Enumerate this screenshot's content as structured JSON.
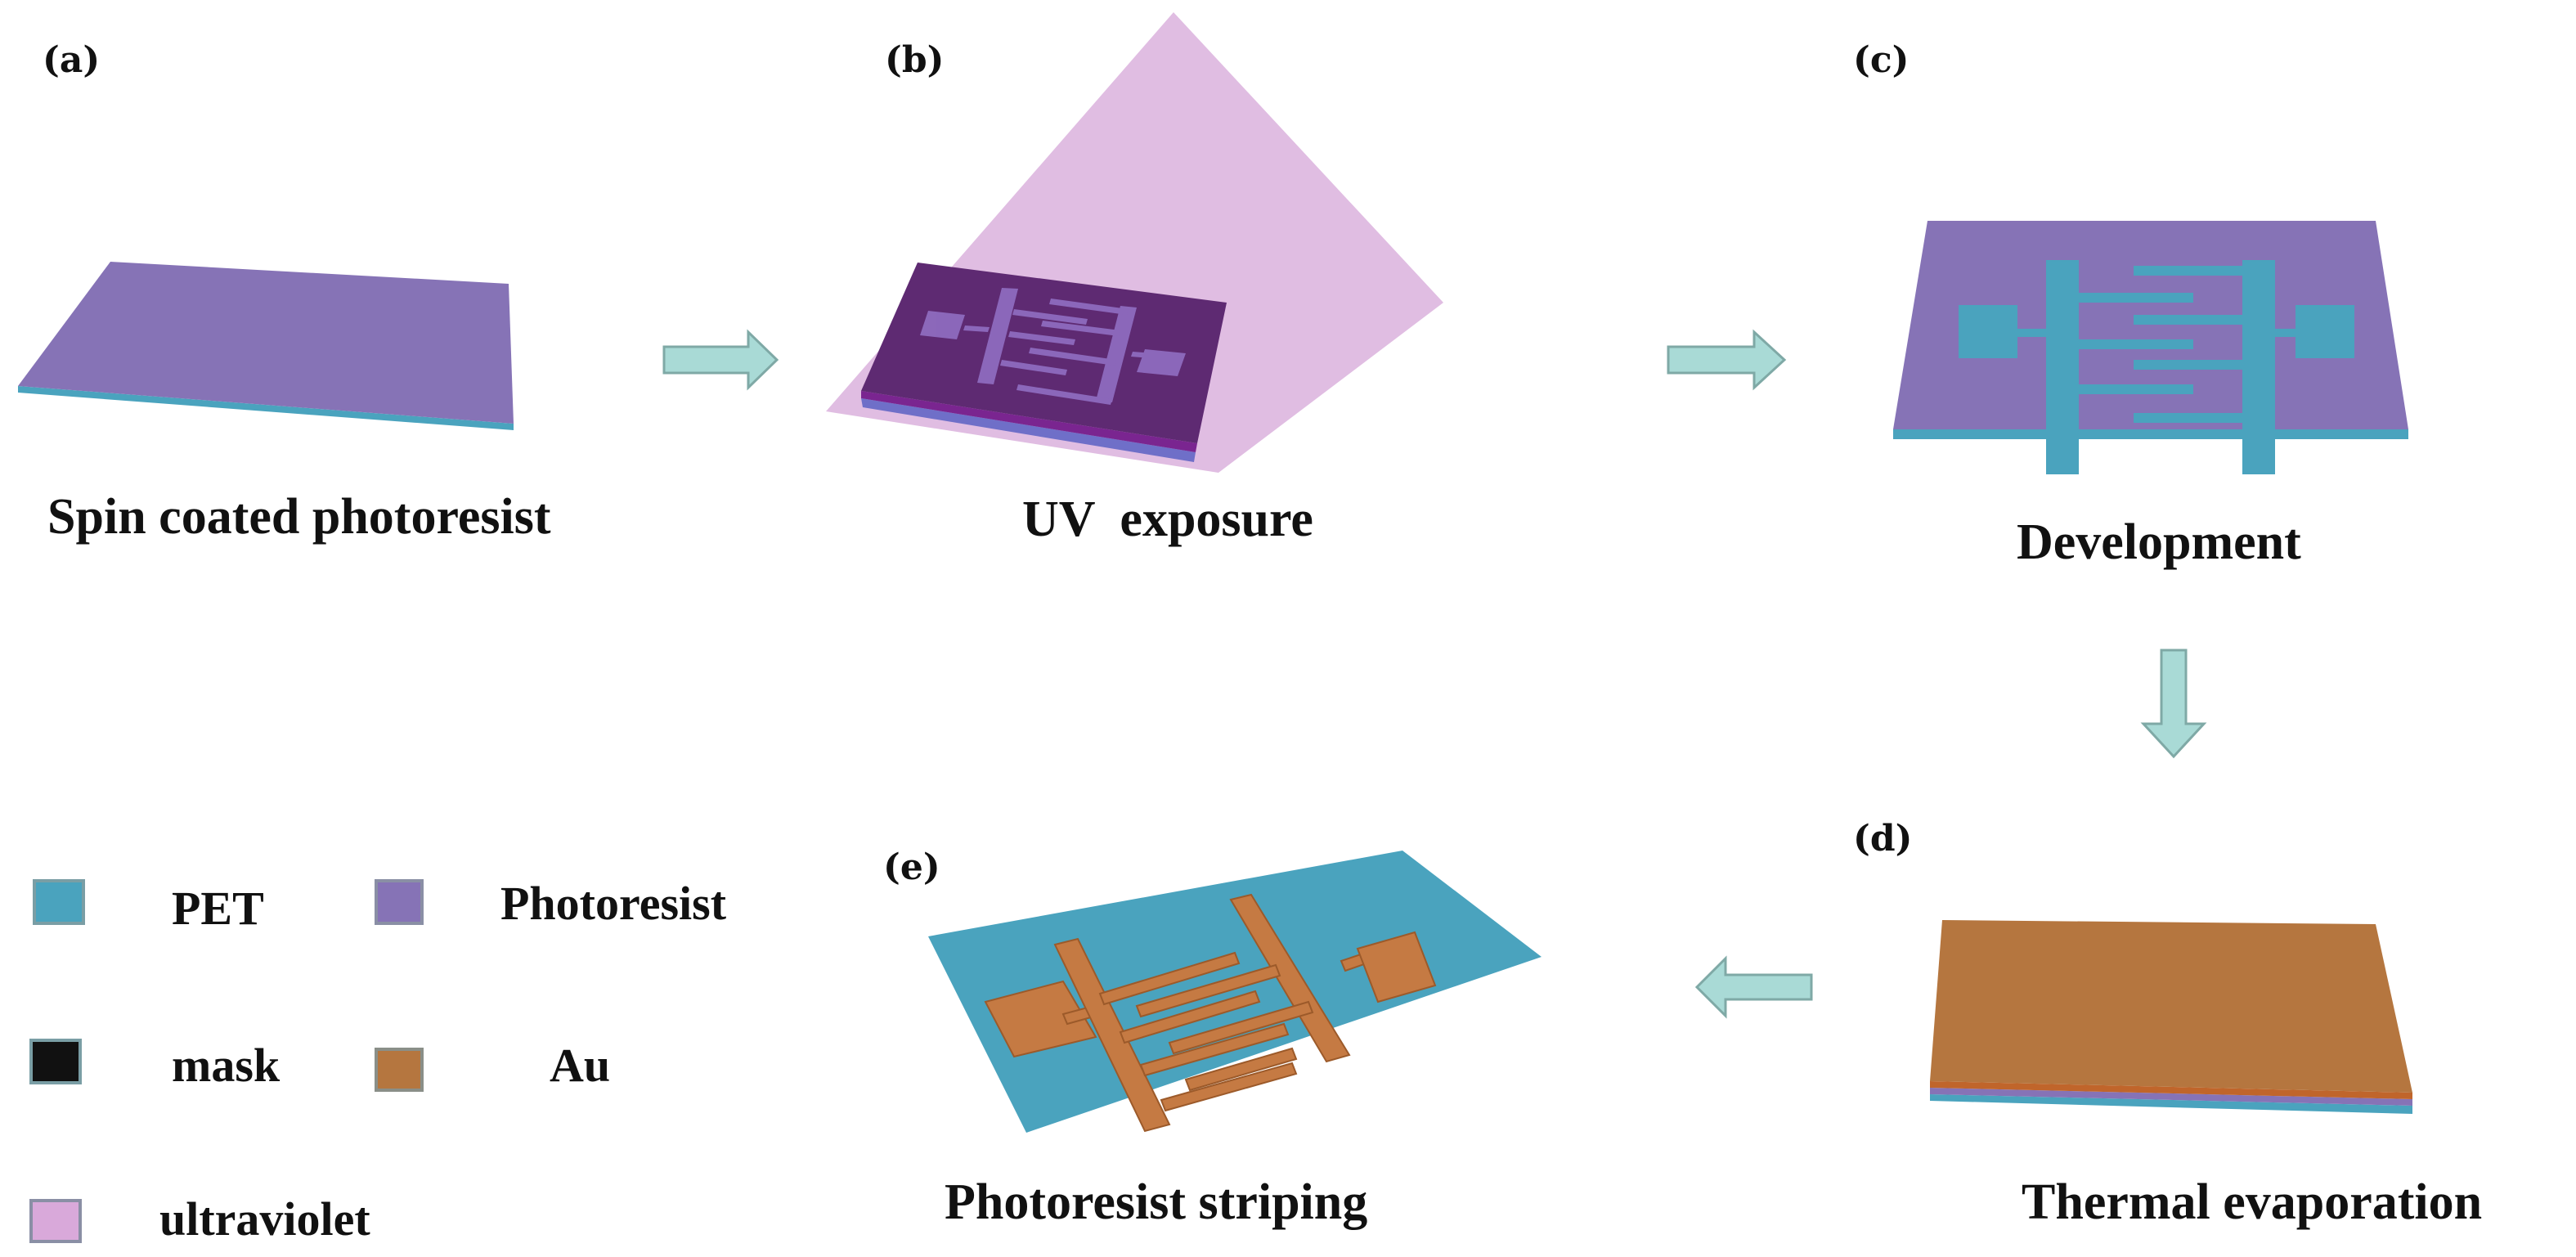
{
  "figure": {
    "panels": [
      {
        "id": "a",
        "label": "(a)",
        "caption": "Spin coated photoresist"
      },
      {
        "id": "b",
        "label": "(b)",
        "caption": "UV  exposure"
      },
      {
        "id": "c",
        "label": "(c)",
        "caption": "Development"
      },
      {
        "id": "d",
        "label": "(d)",
        "caption": "Thermal evaporation"
      },
      {
        "id": "e",
        "label": "(e)",
        "caption": "Photoresist striping"
      }
    ],
    "flow": [
      "a",
      "b",
      "c",
      "d",
      "e"
    ],
    "legend": [
      {
        "name": "PET",
        "color": "#4AA3BE"
      },
      {
        "name": "Photoresist",
        "color": "#8673B6"
      },
      {
        "name": "mask",
        "color": "#111111"
      },
      {
        "name": "Au",
        "color": "#B5763F"
      },
      {
        "name": "ultraviolet",
        "color": "#D9A9DA"
      }
    ]
  },
  "colors": {
    "pet": "#4AA3BE",
    "photoresist": "#8673B6",
    "exposed_resist": "#5E2A72",
    "uv_light": "#E0BDE2",
    "au": "#B5763F",
    "arrow_fill": "#A9DAD6",
    "arrow_stroke": "#7FA9A6"
  }
}
